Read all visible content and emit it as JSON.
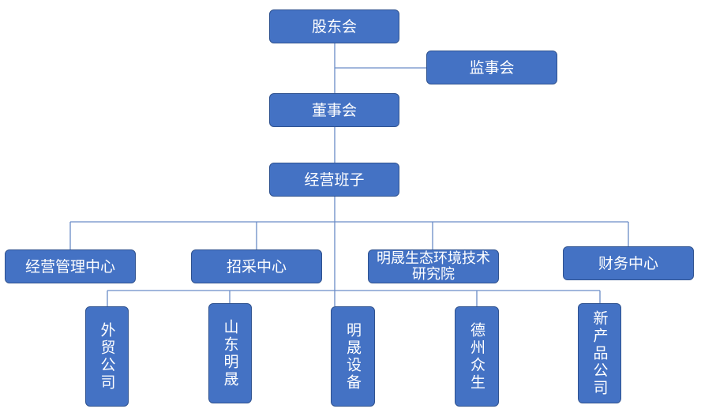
{
  "org_chart": {
    "nodes": {
      "shareholders": "股东会",
      "supervisory": "监事会",
      "board": "董事会",
      "management": "经营班子",
      "ops_center": "经营管理中心",
      "procurement_center": "招采中心",
      "eco_institute": "明晟生态环境技术研究院",
      "finance_center": "财务中心",
      "foreign_trade": "外贸公司",
      "shandong": "山东明晟",
      "equipment": "明晟设备",
      "dezhou": "德州众生",
      "new_products": "新产品公司"
    },
    "colors": {
      "node_fill": "#4472C4",
      "node_border": "#2F528F",
      "node_text": "#FFFFFF",
      "connector": "#6A8CC7"
    }
  }
}
